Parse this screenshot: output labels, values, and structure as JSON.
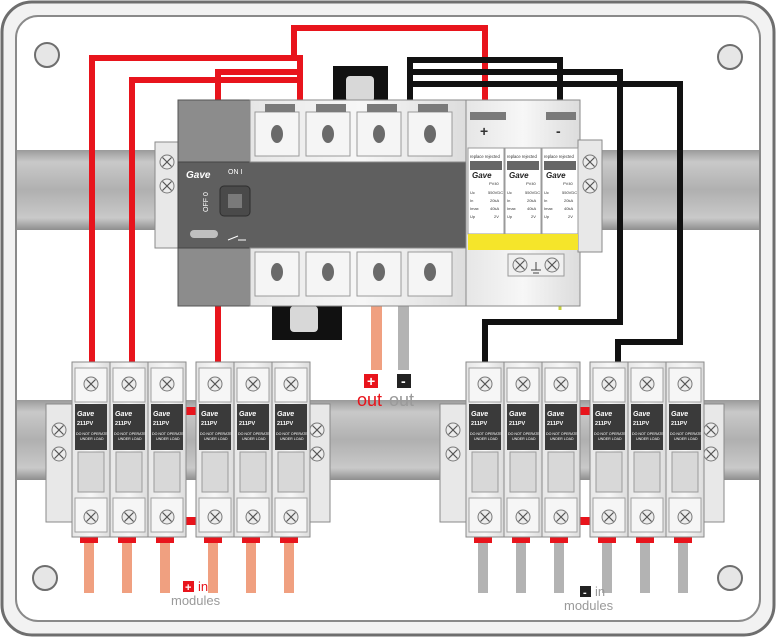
{
  "brand": "Gave",
  "isolator": {
    "on_label": "ON I",
    "off_label": "OFF 0"
  },
  "spd": {
    "plus_symbol": "+",
    "minus_symbol": "-",
    "modules": [
      {
        "header": "replace  rejected",
        "brand": "Gave",
        "model": "PV40",
        "specs": [
          "Uc",
          "550VDC",
          "In",
          "20kA",
          "Imax",
          "40kA",
          "Up",
          "2V"
        ]
      },
      {
        "header": "replace  rejected",
        "brand": "Gave",
        "model": "PV40",
        "specs": [
          "Uc",
          "550VDC",
          "In",
          "20kA",
          "Imax",
          "40kA",
          "Up",
          "2V"
        ]
      },
      {
        "header": "replace  rejected",
        "brand": "Gave",
        "model": "PV40",
        "specs": [
          "Uc",
          "550VDC",
          "In",
          "20kA",
          "Imax",
          "40kA",
          "Up",
          "2V"
        ]
      }
    ]
  },
  "fuse": {
    "brand": "Gave",
    "model": "211PV",
    "warning_line1": "DO NOT OPERATE",
    "warning_line2": "UNDER LOAD"
  },
  "labels": {
    "out_plus_symbol": "+",
    "out_plus_text": "out",
    "out_minus_symbol": "-",
    "out_minus_text": "out",
    "in_plus_symbol": "+",
    "in_plus_text": "in",
    "in_plus_sub": "modules",
    "in_minus_symbol": "-",
    "in_minus_text": "in",
    "in_minus_sub": "modules"
  },
  "colors": {
    "positive_wire": "#e8141c",
    "negative_wire": "#111111",
    "positive_cable": "#f0a080",
    "negative_cable": "#b3b3b3",
    "earth_wire": "#c8d23c",
    "spd_yellow": "#f5e52a",
    "label_red": "#e8141c",
    "label_grey": "#9a9a9a"
  }
}
